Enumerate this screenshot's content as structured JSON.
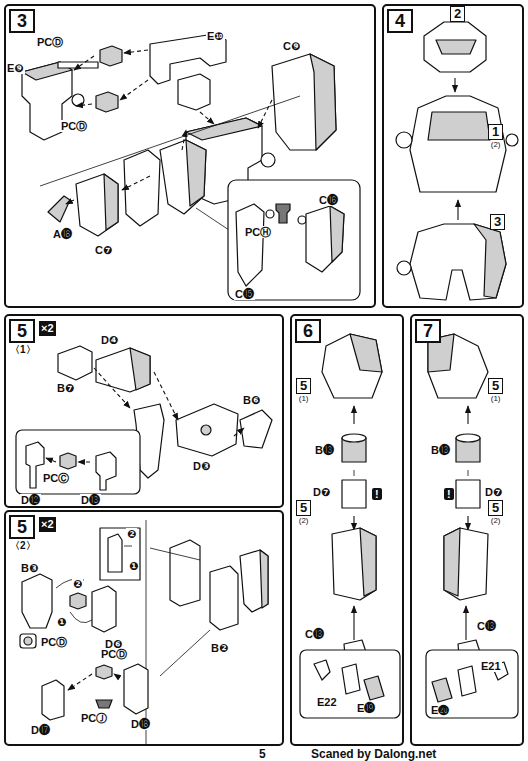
{
  "diagram": {
    "nodes": [
      {
        "text": [
          "3"
        ]
      },
      {
        "text": [
          "4"
        ]
      },
      {
        "text": [
          "2"
        ],
        "in": 1
      },
      {
        "text": [
          "1",
          "(2)"
        ],
        "in": 1
      },
      {
        "text": [
          "3"
        ],
        "in": 1
      },
      {
        "text": [
          "5",
          "×2",
          "〈1〉"
        ]
      },
      {
        "text": [
          "5",
          "×2",
          "〈2〉"
        ]
      },
      {
        "text": [
          "6"
        ]
      },
      {
        "text": [
          "5",
          "(1)"
        ],
        "in": 7
      },
      {
        "text": [
          "5",
          "(2)"
        ],
        "in": 7
      },
      {
        "text": [
          "7"
        ]
      },
      {
        "text": [
          "5",
          "(1)"
        ],
        "in": 10
      },
      {
        "text": [
          "5",
          "(2)"
        ],
        "in": 10
      }
    ],
    "labels": [
      "PCⒹ",
      "E❿",
      "E❾",
      "PCⒹ",
      "C❾",
      "A⓲",
      "C❼",
      "PCⒽ",
      "C⓰",
      "C⓯",
      "D❹",
      "B❼",
      "B❻",
      "D❸",
      "PCⒸ",
      "D⓬",
      "D⓭",
      "B❸",
      "❷",
      "❶",
      "❷",
      "D❻",
      "❶",
      "PCⒹ",
      "B❷",
      "PCⒹ",
      "PCⒿ",
      "D⓱",
      "D⓲",
      "B⓭",
      "D❼",
      "!",
      "C⓭",
      "E22",
      "E⓳",
      "B⓭",
      "D❼",
      "!",
      "C⓭",
      "E21",
      "E⓴",
      "5",
      "Scaned by Dalong.net"
    ]
  }
}
